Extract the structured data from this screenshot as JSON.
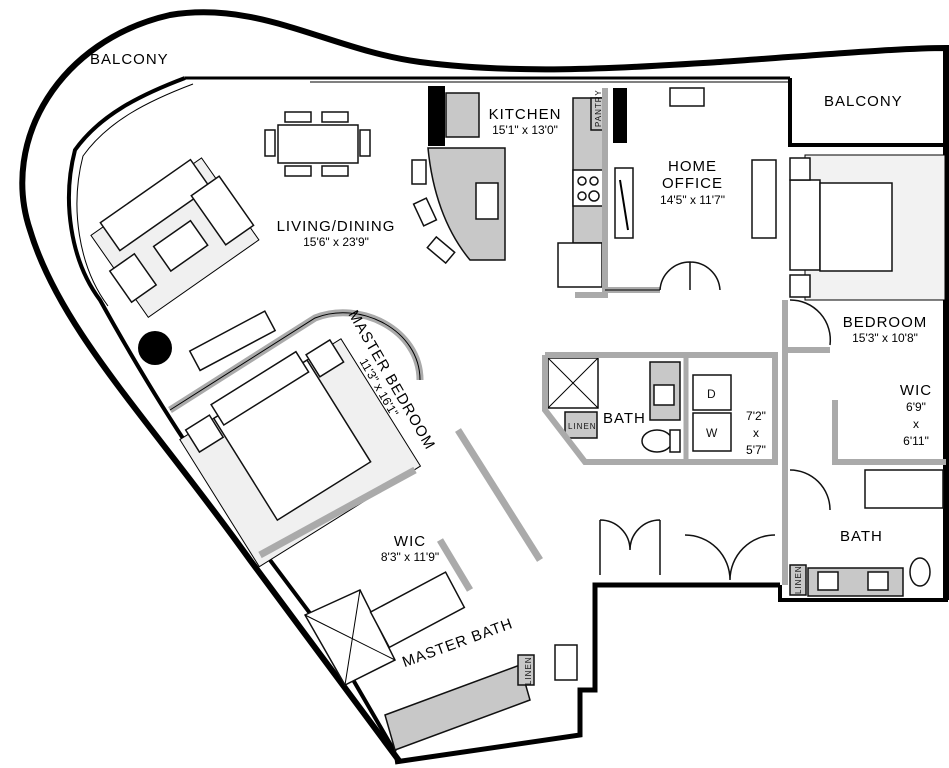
{
  "rooms": {
    "balcony_left": "BALCONY",
    "balcony_right": "BALCONY",
    "kitchen": {
      "name": "KITCHEN",
      "size": "15'1\" x 13'0\""
    },
    "pantry": "PANTRY",
    "living": {
      "name": "LIVING/DINING",
      "size": "15'6\" x 23'9\""
    },
    "office": {
      "name1": "HOME",
      "name2": "OFFICE",
      "size": "14'5\" x 11'7\""
    },
    "bedroom": {
      "name": "BEDROOM",
      "size": "15'3\" x 10'8\""
    },
    "master_bedroom": {
      "name": "MASTER BEDROOM",
      "size": "11'3\" x 16'1\""
    },
    "bath": "BATH",
    "linen_bath": "LINEN",
    "laundry": {
      "dryer": "D",
      "washer": "W",
      "w": "7'2\"",
      "x": "x",
      "h": "5'7\""
    },
    "wic_small": {
      "name": "WIC",
      "w": "6'9\"",
      "x": "x",
      "h": "6'11\""
    },
    "bath2": "BATH",
    "linen_bath2": "LINEN",
    "wic_master": {
      "name": "WIC",
      "size": "8'3\" x 11'9\""
    },
    "master_bath": "MASTER BATH",
    "linen_master": "LINEN"
  }
}
